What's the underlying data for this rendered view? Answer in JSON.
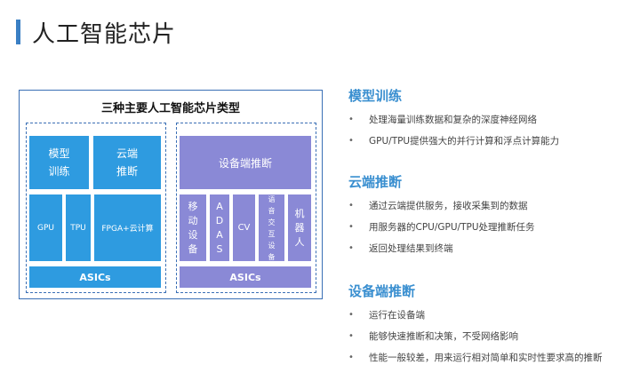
{
  "page": {
    "title": "人工智能芯片"
  },
  "diagram": {
    "title": "三种主要人工智能芯片类型",
    "left": {
      "training": [
        "模型",
        "训练"
      ],
      "cloud": [
        "云端",
        "推断"
      ],
      "gpu": "GPU",
      "tpu": "TPU",
      "fpga": "FPGA+云计算",
      "asics": "ASICs"
    },
    "right": {
      "edge": "设备端推断",
      "mobile": [
        "移",
        "动",
        "设",
        "备"
      ],
      "adas": [
        "A",
        "D",
        "A",
        "S"
      ],
      "cv": "CV",
      "voice": [
        "语",
        "音",
        "交",
        "互",
        "设",
        "备"
      ],
      "robot": [
        "机",
        "器",
        "人"
      ],
      "asics": "ASICs"
    }
  },
  "sections": [
    {
      "heading": "模型训练",
      "items": [
        "处理海量训练数据和复杂的深度神经网络",
        "GPU/TPU提供强大的并行计算和浮点计算能力"
      ]
    },
    {
      "heading": "云端推断",
      "items": [
        "通过云端提供服务，接收采集到的数据",
        "用服务器的CPU/GPU/TPU处理推断任务",
        "返回处理结果到终端"
      ]
    },
    {
      "heading": "设备端推断",
      "items": [
        "运行在设备端",
        "能够快速推断和决策，不受网络影响",
        "性能一般较差，用来运行相对简单和实时性要求高的推断"
      ]
    }
  ],
  "bullet": "•",
  "colors": {
    "accent": "#3a8fd0",
    "blue_block": "#2e9be0",
    "purple_block": "#8a89d6",
    "border": "#3a6fb5"
  }
}
